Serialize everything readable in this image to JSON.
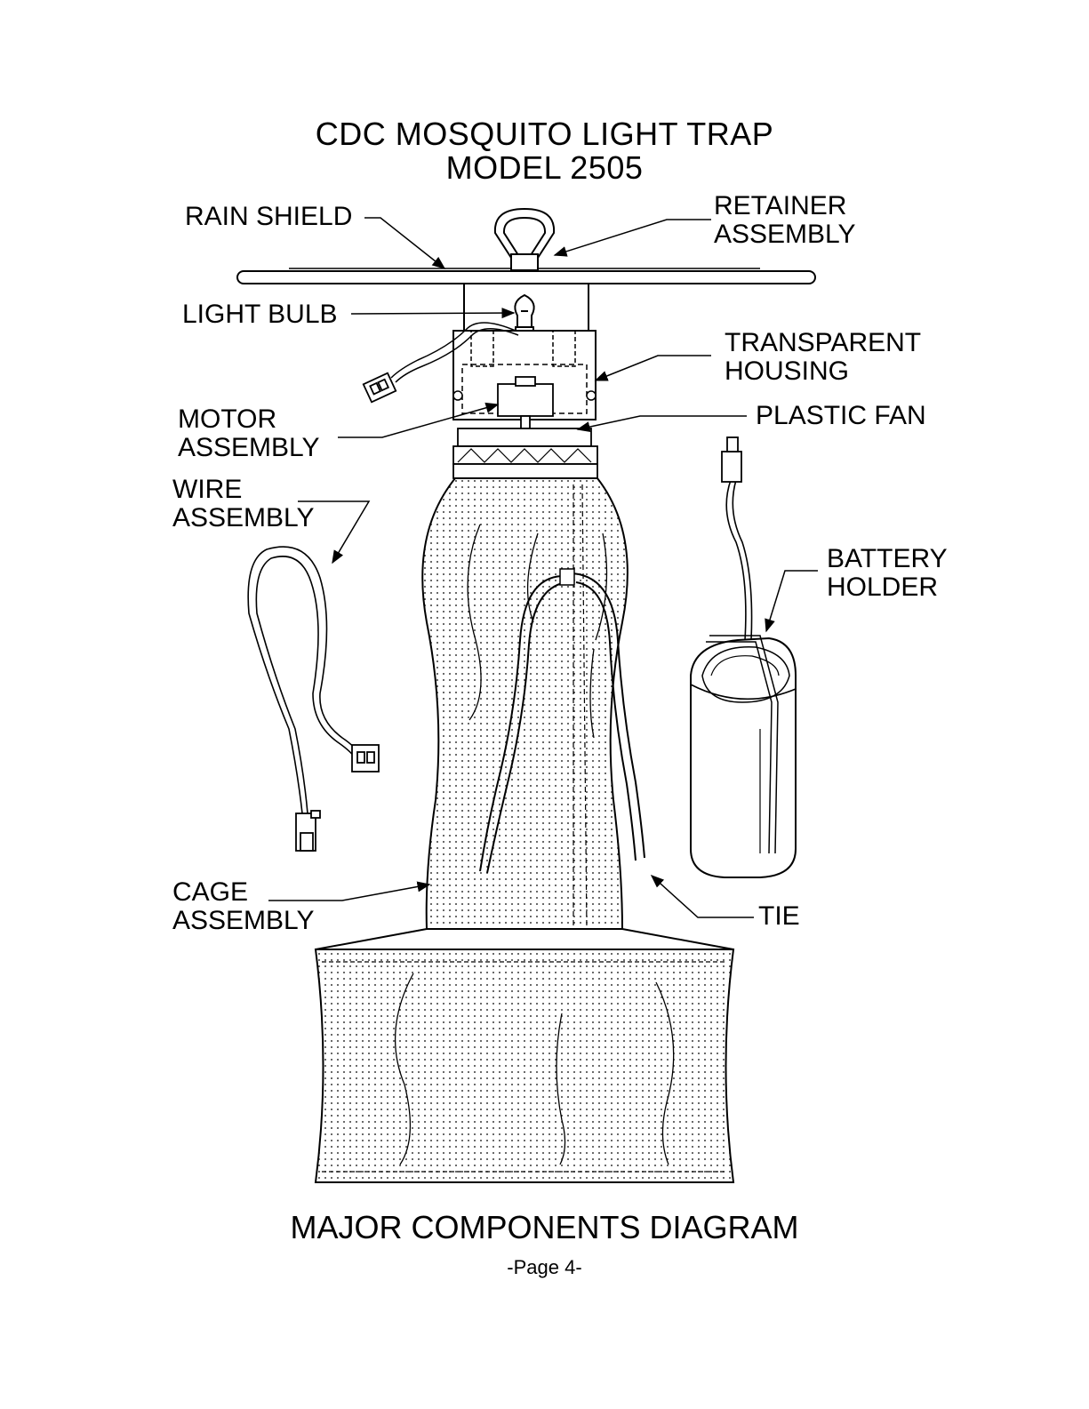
{
  "header": {
    "title_line1": "CDC MOSQUITO LIGHT TRAP",
    "title_line2": "MODEL 2505"
  },
  "labels": {
    "rain_shield": "RAIN SHIELD",
    "retainer_assembly": "RETAINER\nASSEMBLY",
    "light_bulb": "LIGHT BULB",
    "transparent_housing": "TRANSPARENT\nHOUSING",
    "motor_assembly": "MOTOR\nASSEMBLY",
    "plastic_fan": "PLASTIC FAN",
    "wire_assembly": "WIRE\nASSEMBLY",
    "battery_holder": "BATTERY\nHOLDER",
    "cage_assembly": "CAGE\nASSEMBLY",
    "tie": "TIE"
  },
  "footer": {
    "caption": "MAJOR COMPONENTS DIAGRAM",
    "page_number": "-Page 4-"
  }
}
